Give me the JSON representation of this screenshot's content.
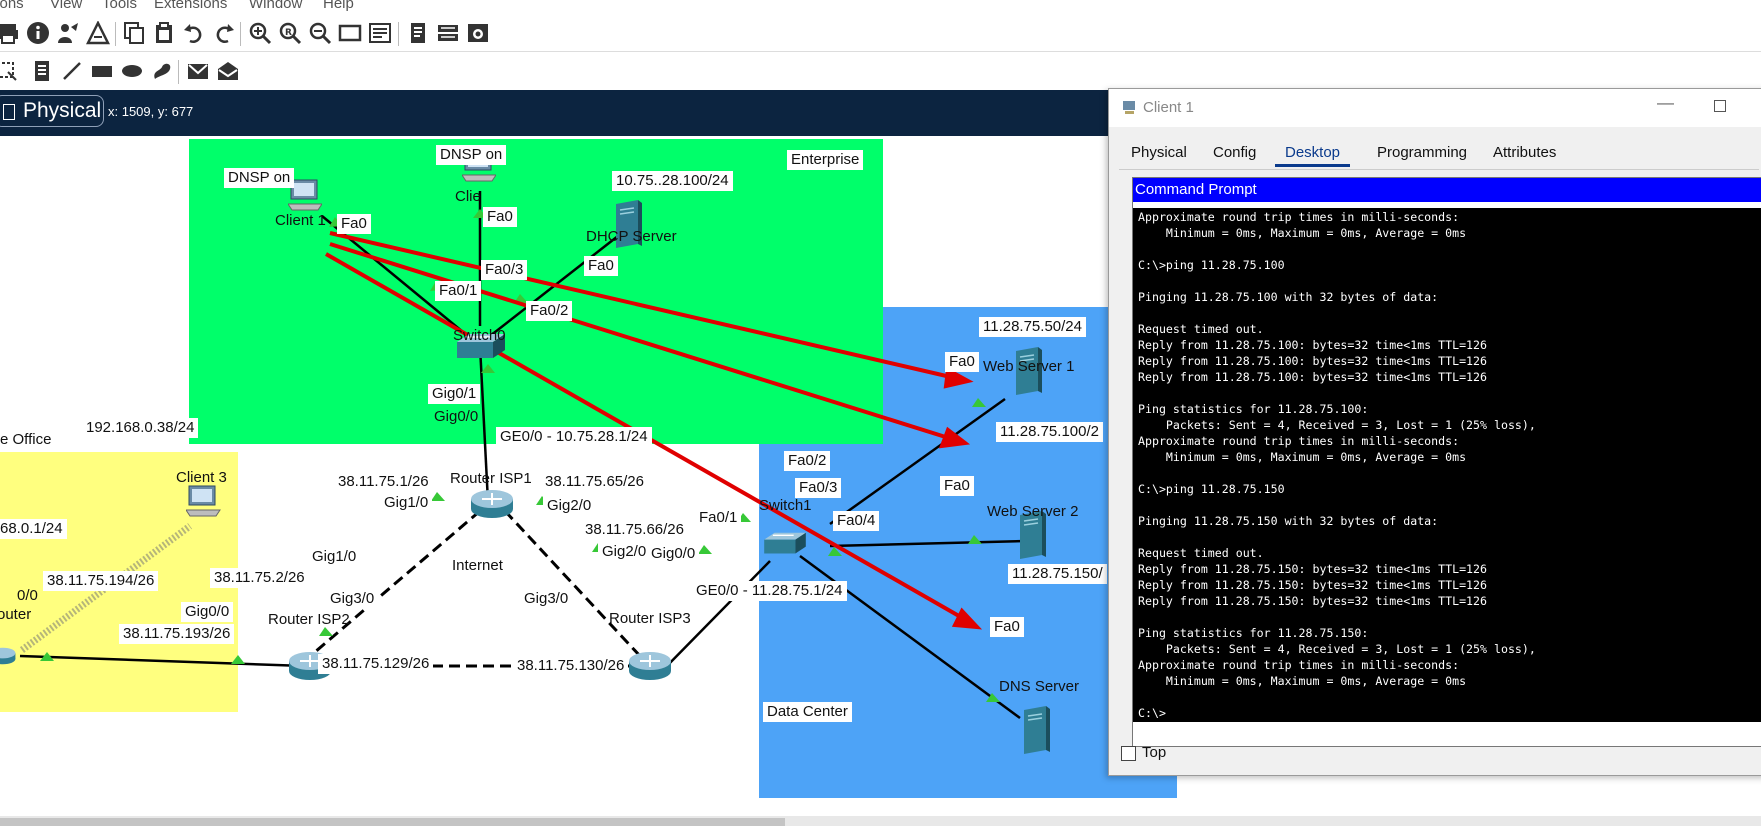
{
  "menu": {
    "items": [
      "tions",
      "View",
      "Tools",
      "Extensions",
      "Window",
      "Help"
    ]
  },
  "toolbar1": {
    "icons": [
      "print-icon",
      "info-icon",
      "network-wizard-icon",
      "palette-icon",
      "copy-icon",
      "paste-icon",
      "undo-icon",
      "redo-icon",
      "zoom-in-icon",
      "zoom-reset-icon",
      "zoom-out-icon",
      "draw-rectangle-icon",
      "custom-device-icon",
      "notes-icon",
      "pdu-list-icon",
      "screenshot-icon"
    ]
  },
  "toolbar2": {
    "icons": [
      "select-icon",
      "note-icon",
      "line-draw-icon",
      "rectangle-icon",
      "ellipse-icon",
      "freeform-icon",
      "add-pdu-icon",
      "complex-pdu-icon"
    ]
  },
  "modebar": {
    "mode_label": "Physical",
    "coords": "x: 1509, y: 677"
  },
  "zones": {
    "enterprise": {
      "label": "Enterprise",
      "color": "#00ff6a"
    },
    "datacenter": {
      "label": "Data Center",
      "color": "#4da3f7"
    },
    "homeoffice": {
      "label": "e Office",
      "color": "#ffff7f"
    },
    "internet": {
      "label": "Internet"
    }
  },
  "labels": {
    "dnsp1": "DNSP on",
    "dnsp2": "DNSP on",
    "dhcp_ip": "10.75..28.100/24",
    "client1": "Client 1",
    "client2": "Clie",
    "c1_fa0": "Fa0",
    "c2_fa0": "Fa0",
    "dhcp_name": "DHCP Server",
    "dhcp_fa0": "Fa0",
    "sw0_fa03": "Fa0/3",
    "sw0_fa01": "Fa0/1",
    "sw0_fa02": "Fa0/2",
    "switch0": "Switch0",
    "gig01": "Gig0/1",
    "gig00": "Gig0/0",
    "ge00_isp1": "GE0/0 - 10.75.28.1/24",
    "ip_38_1": "38.11.75.1/26",
    "ip_38_65": "38.11.75.65/26",
    "isp1": "Router ISP1",
    "isp1_gig10": "Gig1/0",
    "isp1_gig20": "Gig2/0",
    "ip_38_66": "38.11.75.66/26",
    "isp2_gig10": "Gig1/0",
    "isp3_gig20": "Gig2/0",
    "isp3_gig00": "Gig0/0",
    "isp3_fa01": "Fa0/1",
    "internet": "Internet",
    "ip_38_2": "38.11.75.2/26",
    "isp2_gig30": "Gig3/0",
    "isp3_gig30": "Gig3/0",
    "isp2": "Router ISP2",
    "isp3": "Router ISP3",
    "ip_38_129": "38.11.75.129/26",
    "ip_38_130": "38.11.75.130/26",
    "ge00_isp3": "GE0/0 - 11.28.75.1/24",
    "ho_ip1": "192.168.0.38/24",
    "client3": "Client 3",
    "ho_ip2": "68.0.1/24",
    "ip_38_194": "38.11.75.194/26",
    "ho_00": "0/0",
    "router": "outer",
    "isp2_gig00": "Gig0/0",
    "ip_38_193": "38.11.75.193/26",
    "ws1_ip": "11.28.75.50/24",
    "ws1_fa0": "Fa0",
    "ws1": "Web Server 1",
    "sw1_fa02": "Fa0/2",
    "sw1_fa03": "Fa0/3",
    "ws2_fa0": "Fa0",
    "ws2_ip": "11.28.75.100/2",
    "switch1": "Switch1",
    "sw1_fa04": "Fa0/4",
    "ws2": "Web Server 2",
    "dns_ip": "11.28.75.150/",
    "dns_fa0": "Fa0",
    "dns": "DNS Server",
    "datacenter": "Data Center",
    "enterprise": "Enterprise",
    "homeoffice": "e Office"
  },
  "window": {
    "title": "Client 1",
    "tabs": [
      "Physical",
      "Config",
      "Desktop",
      "Programming",
      "Attributes"
    ],
    "active_tab": "Desktop",
    "app_title": "Command Prompt",
    "always_on_top_label": "Top",
    "console_lines": [
      "Approximate round trip times in milli-seconds:",
      "    Minimum = 0ms, Maximum = 0ms, Average = 0ms",
      "",
      "C:\\>ping 11.28.75.100",
      "",
      "Pinging 11.28.75.100 with 32 bytes of data:",
      "",
      "Request timed out.",
      "Reply from 11.28.75.100: bytes=32 time<1ms TTL=126",
      "Reply from 11.28.75.100: bytes=32 time<1ms TTL=126",
      "Reply from 11.28.75.100: bytes=32 time<1ms TTL=126",
      "",
      "Ping statistics for 11.28.75.100:",
      "    Packets: Sent = 4, Received = 3, Lost = 1 (25% loss),",
      "Approximate round trip times in milli-seconds:",
      "    Minimum = 0ms, Maximum = 0ms, Average = 0ms",
      "",
      "C:\\>ping 11.28.75.150",
      "",
      "Pinging 11.28.75.150 with 32 bytes of data:",
      "",
      "Request timed out.",
      "Reply from 11.28.75.150: bytes=32 time<1ms TTL=126",
      "Reply from 11.28.75.150: bytes=32 time<1ms TTL=126",
      "Reply from 11.28.75.150: bytes=32 time<1ms TTL=126",
      "",
      "Ping statistics for 11.28.75.150:",
      "    Packets: Sent = 4, Received = 3, Lost = 1 (25% loss),",
      "Approximate round trip times in milli-seconds:",
      "    Minimum = 0ms, Maximum = 0ms, Average = 0ms",
      "",
      "C:\\>"
    ]
  }
}
